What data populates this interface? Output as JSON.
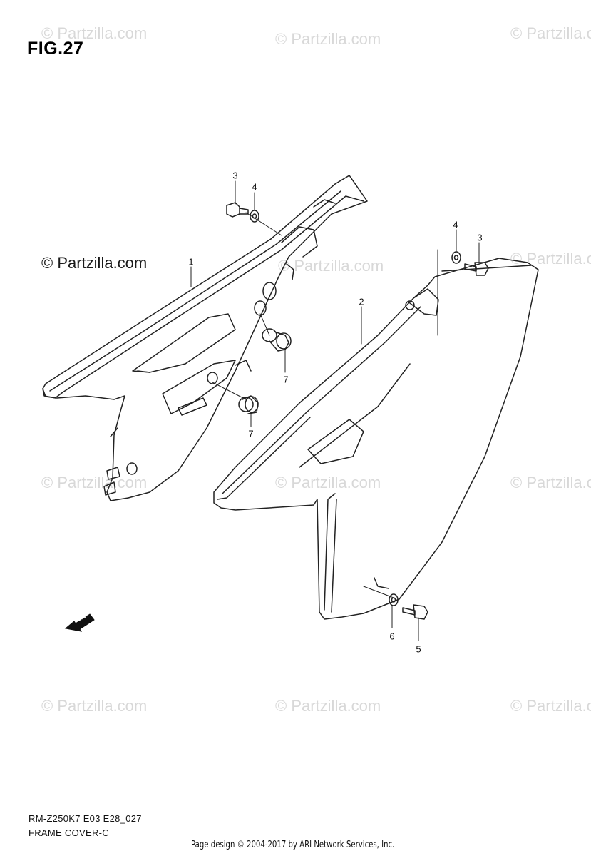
{
  "figure": {
    "title": "FIG.27",
    "model_code": "RM-Z250K7 E03 E28_027",
    "section_name": "FRAME COVER-C",
    "credit": "Page design © 2004-2017 by ARI Network Services, Inc."
  },
  "watermark": {
    "text": "© Partzilla.com"
  },
  "fwd_indicator": {
    "label": "FWD"
  },
  "callouts": [
    {
      "id": "c1",
      "label": "1"
    },
    {
      "id": "c2",
      "label": "2"
    },
    {
      "id": "c3a",
      "label": "3"
    },
    {
      "id": "c4a",
      "label": "4"
    },
    {
      "id": "c4b",
      "label": "4"
    },
    {
      "id": "c3b",
      "label": "3"
    },
    {
      "id": "c7a",
      "label": "7"
    },
    {
      "id": "c7b",
      "label": "7"
    },
    {
      "id": "c6",
      "label": "6"
    },
    {
      "id": "c5",
      "label": "5"
    }
  ],
  "colors": {
    "line": "#222222",
    "watermark": "#d8d8d8",
    "background": "#ffffff"
  }
}
